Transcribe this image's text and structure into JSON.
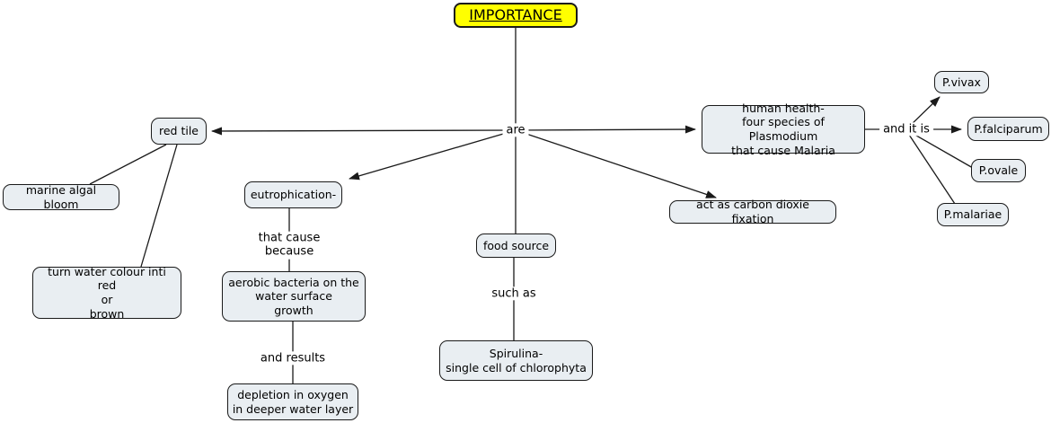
{
  "title": "IMPORTANCE concept map",
  "colors": {
    "root_fill": "#ffff00",
    "node_fill": "#e9eef2",
    "line_color": "#1a1a1a",
    "background": "#ffffff"
  },
  "nodes": {
    "importance": {
      "label": "IMPORTANCE"
    },
    "red_tile": {
      "label": "red tile"
    },
    "marine_algal_bloom": {
      "label": "marine algal bloom"
    },
    "turn_water_colour": {
      "label": "turn water colour inti red\nor\nbrown"
    },
    "eutrophication": {
      "label": "eutrophication-"
    },
    "aerobic_bacteria": {
      "label": "aerobic bacteria on the\nwater surface\ngrowth"
    },
    "depletion_oxygen": {
      "label": "depletion in oxygen\nin deeper water layer"
    },
    "food_source": {
      "label": "food source"
    },
    "spirulina": {
      "label": "Spirulina-\nsingle cell of chlorophyta"
    },
    "carbon_fixation": {
      "label": "act as carbon dioxie fixation"
    },
    "human_health": {
      "label": "human health-\nfour species of Plasmodium\nthat cause Malaria"
    },
    "p_vivax": {
      "label": "P.vivax"
    },
    "p_falciparum": {
      "label": "P.falciparum"
    },
    "p_ovale": {
      "label": "P.ovale"
    },
    "p_malariae": {
      "label": "P.malariae"
    }
  },
  "linking_phrases": {
    "are": {
      "label": "are"
    },
    "that_cause_because": {
      "label": "that cause\nbecause"
    },
    "and_results": {
      "label": "and results"
    },
    "such_as": {
      "label": "such as"
    },
    "and_it_is": {
      "label": "and it is"
    }
  }
}
